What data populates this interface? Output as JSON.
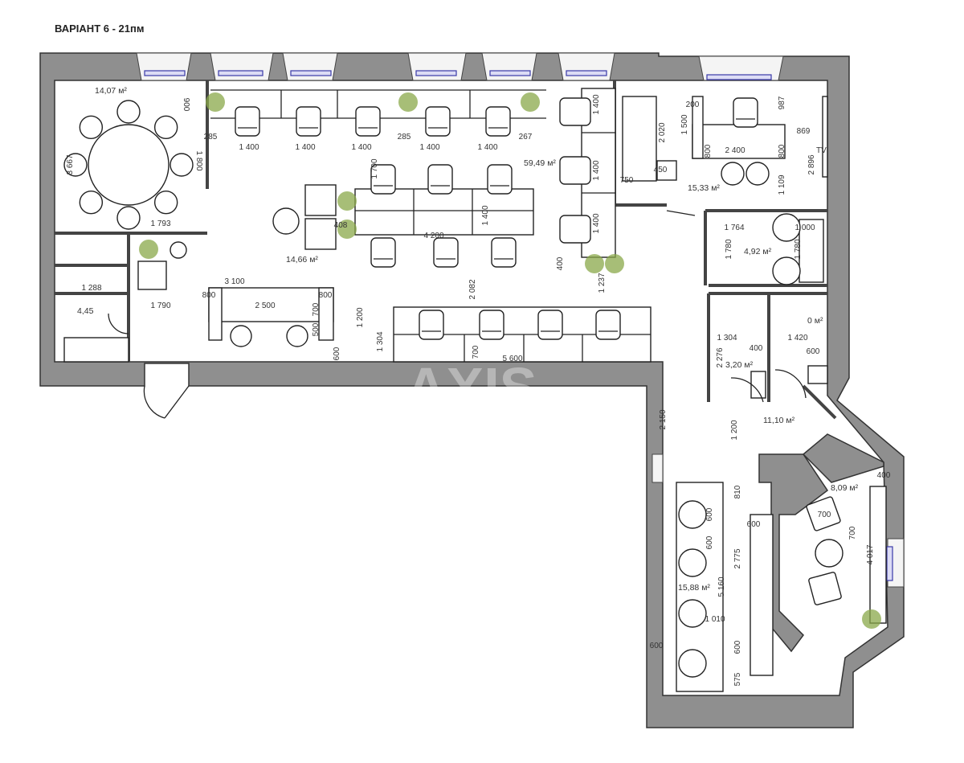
{
  "title": "ВАРІАНТ 6 - 21пм",
  "watermark": "AXIS",
  "colors": {
    "wall": "#8f8f8f",
    "floor": "#ffffff",
    "radiator": "#3a3aa8",
    "plant": "#8aa84a"
  },
  "areas": [
    "14,07 м²",
    "59,49 м²",
    "14,66 м²",
    "15,33 м²",
    "4,92 м²",
    "4,45",
    "3,20 м²",
    "0 м²",
    "11,10 м²",
    "8,09 м²",
    "15,88 м²"
  ],
  "labels": {
    "tv": "TV"
  },
  "dimensions": [
    "900",
    "3 667",
    "1 800",
    "1 793",
    "285",
    "1 400",
    "1 400",
    "1 400",
    "285",
    "1 400",
    "1 400",
    "267",
    "1 700",
    "1 400",
    "1 400",
    "1 400",
    "400",
    "1 237",
    "4 200",
    "1 400",
    "408",
    "2 082",
    "3 100",
    "800",
    "2 500",
    "700",
    "800",
    "500",
    "600",
    "1 200",
    "1 304",
    "1 790",
    "1 288",
    "700",
    "5 600",
    "2 150",
    "2 020",
    "1 500",
    "200",
    "800",
    "2 400",
    "800",
    "987",
    "869",
    "2 896",
    "1 109",
    "750",
    "450",
    "1 764",
    "1 000",
    "1 780",
    "1 780",
    "1 304",
    "1 420",
    "2 276",
    "400",
    "600",
    "1 200",
    "810",
    "600",
    "2 775",
    "5 160",
    "600",
    "600",
    "1 010",
    "600",
    "600",
    "575",
    "700",
    "700",
    "400",
    "4 017"
  ]
}
